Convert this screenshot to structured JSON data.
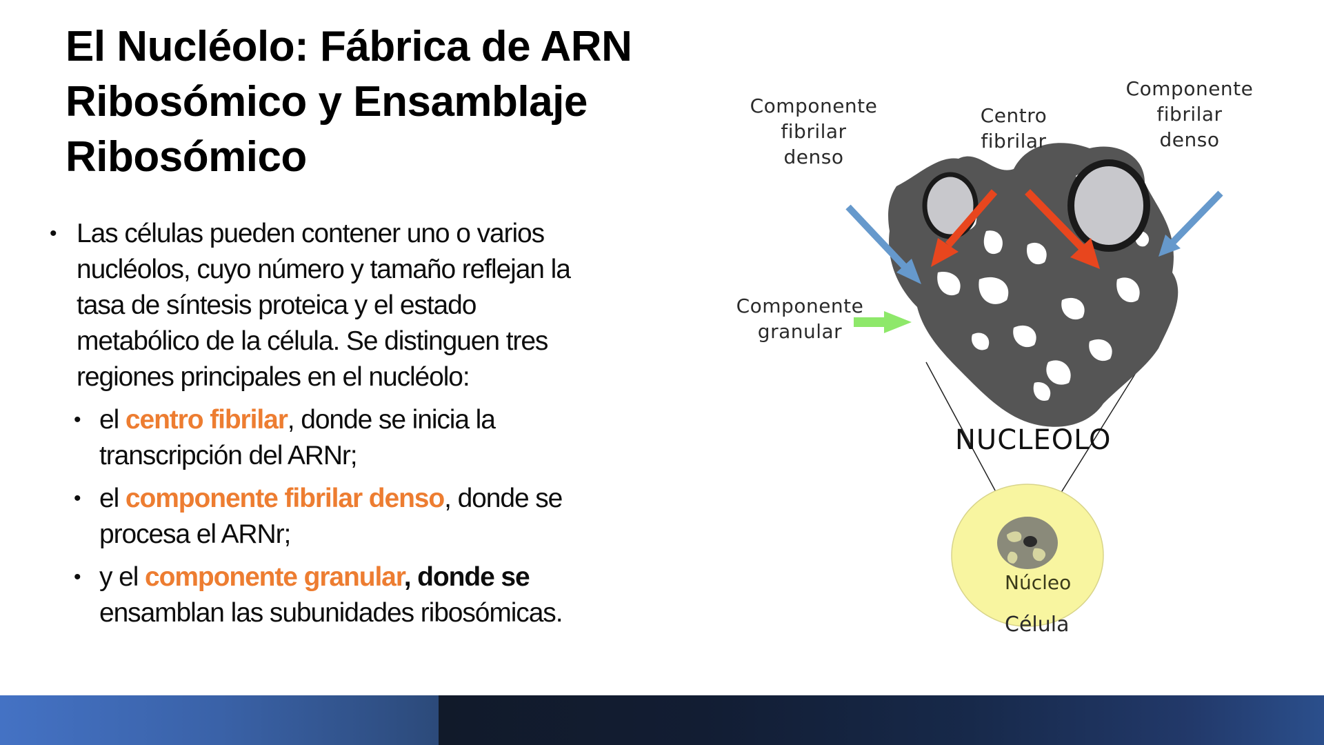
{
  "slide": {
    "title_lines": [
      "El Nucléolo: Fábrica de ARN",
      "Ribosómico y Ensamblaje",
      "Ribosómico"
    ],
    "main_bullet": {
      "lines": [
        "Las células pueden contener uno o varios",
        "nucléolos, cuyo número y tamaño reflejan la",
        "tasa de síntesis proteica y el estado",
        "metabólico de la célula. Se distinguen tres",
        "regiones principales en el nucléolo:"
      ]
    },
    "sub_bullets": [
      {
        "prefix": "el ",
        "highlight": "centro fibrilar",
        "suffix": ", donde se inicia la",
        "line2": "transcripción del ARNr;"
      },
      {
        "prefix": "el ",
        "highlight": "componente fibrilar denso",
        "suffix": ", donde se",
        "line2": "procesa el ARNr;"
      },
      {
        "prefix": "y el ",
        "highlight": "componente granular",
        "suffix": ", donde se",
        "line2": "ensamblan las subunidades ribosómicas."
      }
    ],
    "bullet_glyph": "•",
    "highlight_color": "#ED7D31"
  },
  "diagram": {
    "labels": {
      "dfc_left": [
        "Componente",
        "fibrilar",
        "denso"
      ],
      "fc_center": [
        "Centro",
        "fibrilar"
      ],
      "dfc_right": [
        "Componente",
        "fibrilar",
        "denso"
      ],
      "granular": [
        "Componente",
        "granular"
      ],
      "nucleolo": "NUCLEOLO",
      "nucleo": "Núcleo",
      "celula": "Célula"
    },
    "colors": {
      "blue_arrow": "#6699CC",
      "red_arrow": "#E8461E",
      "green_arrow": "#8EE86A",
      "nucleolus_gray": "#5a5a5a",
      "fibrillar_center": "#c8c8cc",
      "cell_yellow": "#F8F5A0"
    }
  },
  "footer": {
    "left_color": "#4472C4",
    "right_color": "#111a2a"
  }
}
